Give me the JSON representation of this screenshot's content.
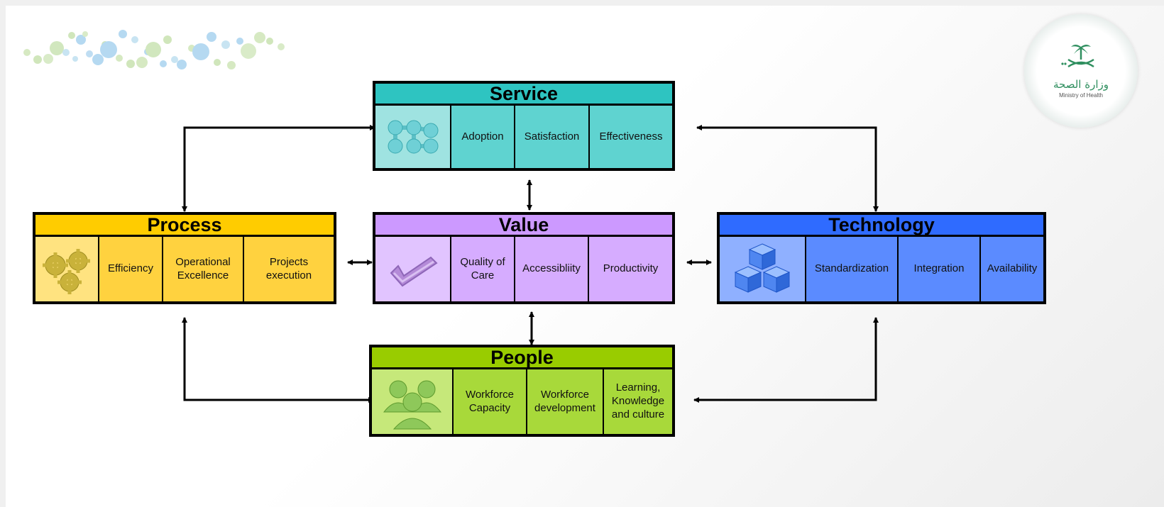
{
  "logo": {
    "arabic": "وزارة الصحة",
    "english": "Ministry of Health",
    "icon": "moh-palm-emblem-icon"
  },
  "decoration": {
    "icon": "bubble-dots-pattern"
  },
  "blocks": {
    "service": {
      "title": "Service",
      "icon": "molecule-icon",
      "items": [
        "Adoption",
        "Satisfaction",
        "Effectiveness"
      ],
      "colors": {
        "header": "#2ec4c1",
        "cell": "#5fd3d0",
        "icon_cell": "#9fe3e1"
      }
    },
    "process": {
      "title": "Process",
      "icon": "gears-icon",
      "items": [
        "Efficiency",
        "Operational Excellence",
        "Projects execution"
      ],
      "colors": {
        "header": "#ffcc00",
        "cell": "#ffd23f",
        "icon_cell": "#ffe380"
      }
    },
    "value": {
      "title": "Value",
      "icon": "checkmark-icon",
      "items": [
        "Quality of Care",
        "Accessibliity",
        "Productivity"
      ],
      "colors": {
        "header": "#cc99ff",
        "cell": "#d6acff",
        "icon_cell": "#e1c4ff"
      }
    },
    "technology": {
      "title": "Technology",
      "icon": "cubes-icon",
      "items": [
        "Standardization",
        "Integration",
        "Availability"
      ],
      "colors": {
        "header": "#2f6bff",
        "cell": "#5b8bff",
        "icon_cell": "#8fb0ff"
      }
    },
    "people": {
      "title": "People",
      "icon": "people-group-icon",
      "items": [
        "Workforce Capacity",
        "Workforce development",
        "Learning, Knowledge and culture"
      ],
      "colors": {
        "header": "#99cc00",
        "cell": "#a8d93a",
        "icon_cell": "#c6e87a"
      }
    }
  }
}
